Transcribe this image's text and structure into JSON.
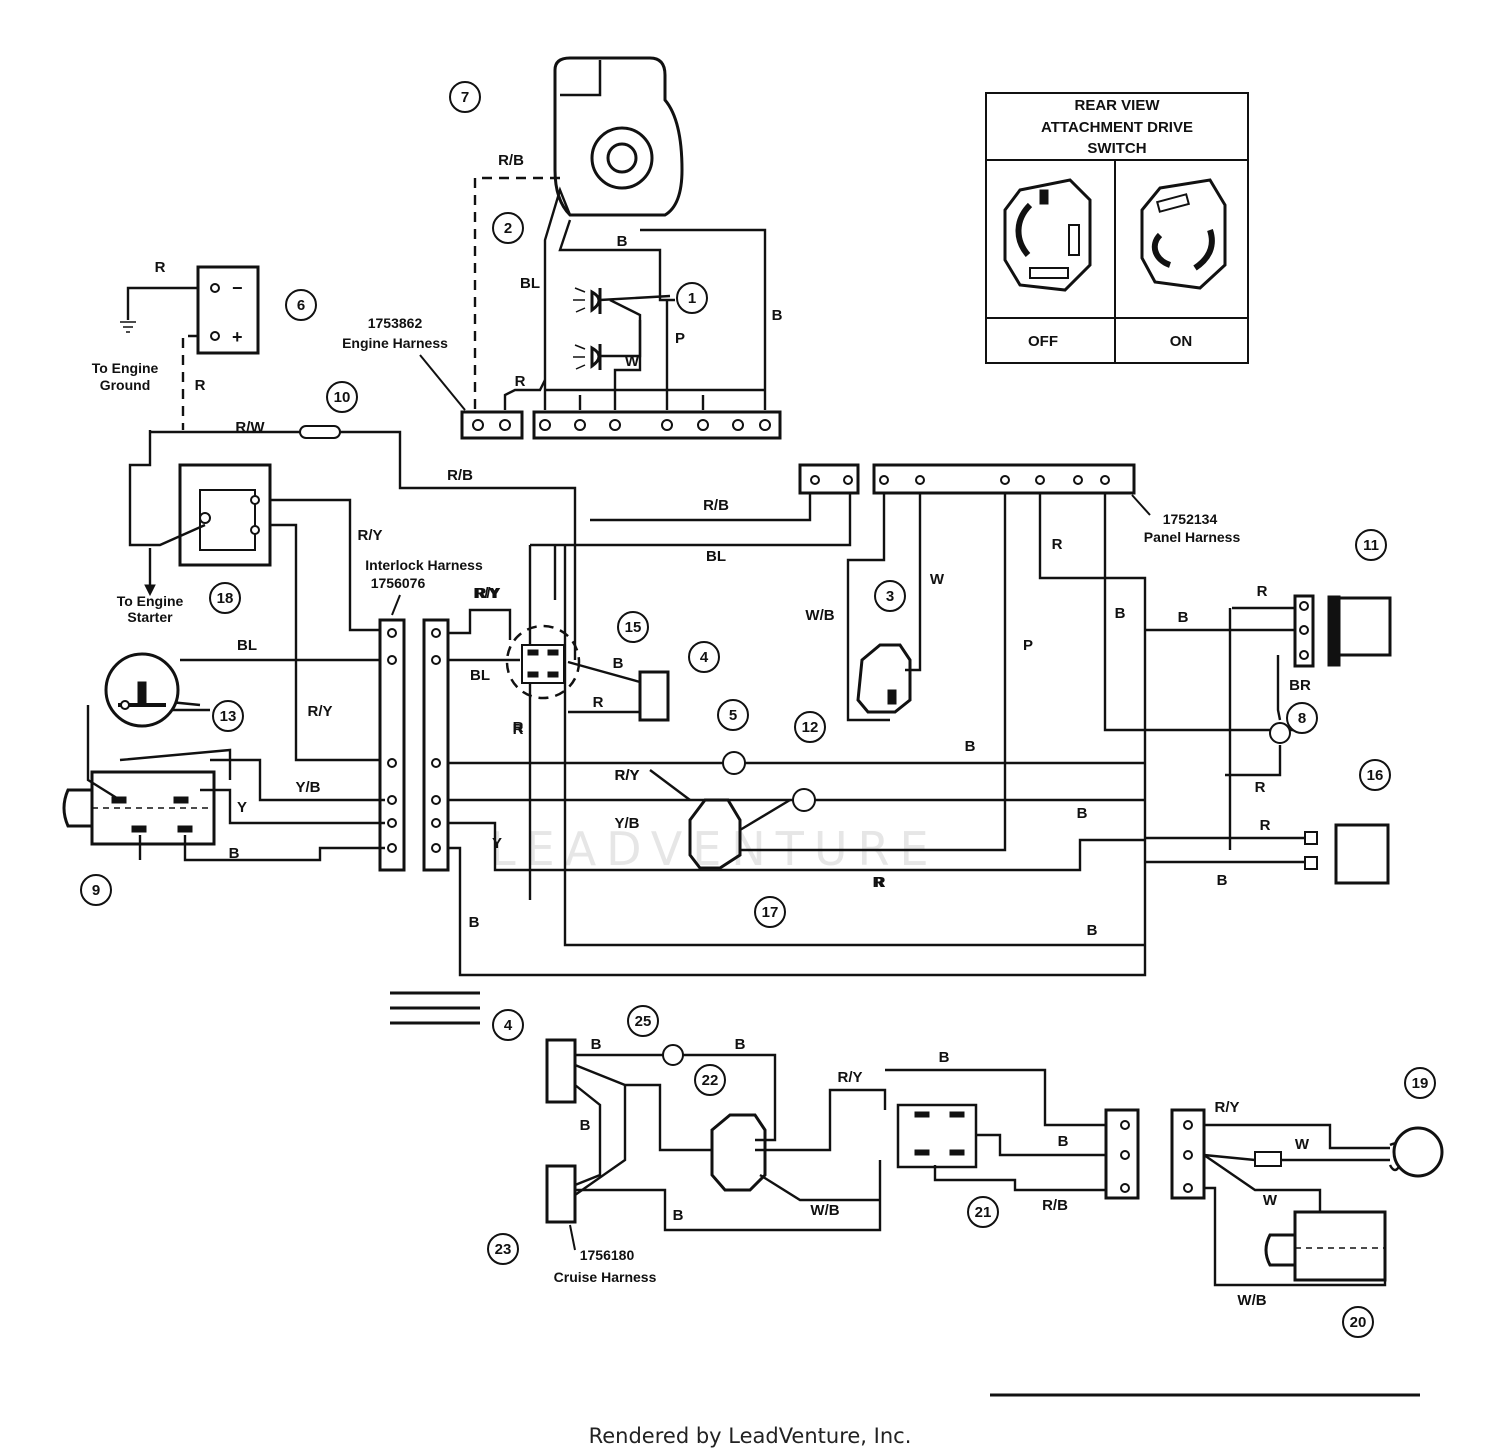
{
  "inset": {
    "title_lines": [
      "REAR VIEW",
      "ATTACHMENT DRIVE",
      "SWITCH"
    ],
    "off_label": "OFF",
    "on_label": "ON"
  },
  "harness_labels": {
    "engine_number": "1753862",
    "engine_name": "Engine Harness",
    "panel_number": "1752134",
    "panel_name": "Panel Harness",
    "interlock_name": "Interlock Harness",
    "interlock_number": "1756076",
    "cruise_number": "1756180",
    "cruise_name": "Cruise Harness"
  },
  "notes": {
    "to_engine_ground_1": "To Engine",
    "to_engine_ground_2": "Ground",
    "to_engine_starter_1": "To Engine",
    "to_engine_starter_2": "Starter"
  },
  "callouts": [
    "1",
    "2",
    "3",
    "4",
    "5",
    "6",
    "7",
    "8",
    "9",
    "10",
    "11",
    "12",
    "13",
    "15",
    "16",
    "17",
    "18",
    "4",
    "19",
    "20",
    "21",
    "22",
    "23",
    "25"
  ],
  "wire_labels": [
    "R/B",
    "B",
    "BL",
    "P",
    "W",
    "B",
    "R",
    "R",
    "R",
    "R/W",
    "R/B",
    "R/B",
    "BL",
    "R/Y",
    "R/Y",
    "W",
    "R",
    "W/B",
    "B",
    "B",
    "R",
    "BR",
    "R",
    "P",
    "R",
    "B",
    "B",
    "B",
    "B",
    "R",
    "R",
    "B",
    "BL",
    "R/Y",
    "Y/B",
    "Y",
    "B",
    "R/Y",
    "R",
    "R/Y",
    "BL",
    "B",
    "R",
    "R/Y",
    "Y/B",
    "Y",
    "R",
    "B",
    "B",
    "B",
    "B",
    "B",
    "R/Y",
    "B",
    "W/B",
    "R/B",
    "R/Y",
    "W",
    "W",
    "W/B",
    "R/Y"
  ],
  "watermark": "LEADVENTURE",
  "footer": "Rendered by LeadVenture, Inc."
}
